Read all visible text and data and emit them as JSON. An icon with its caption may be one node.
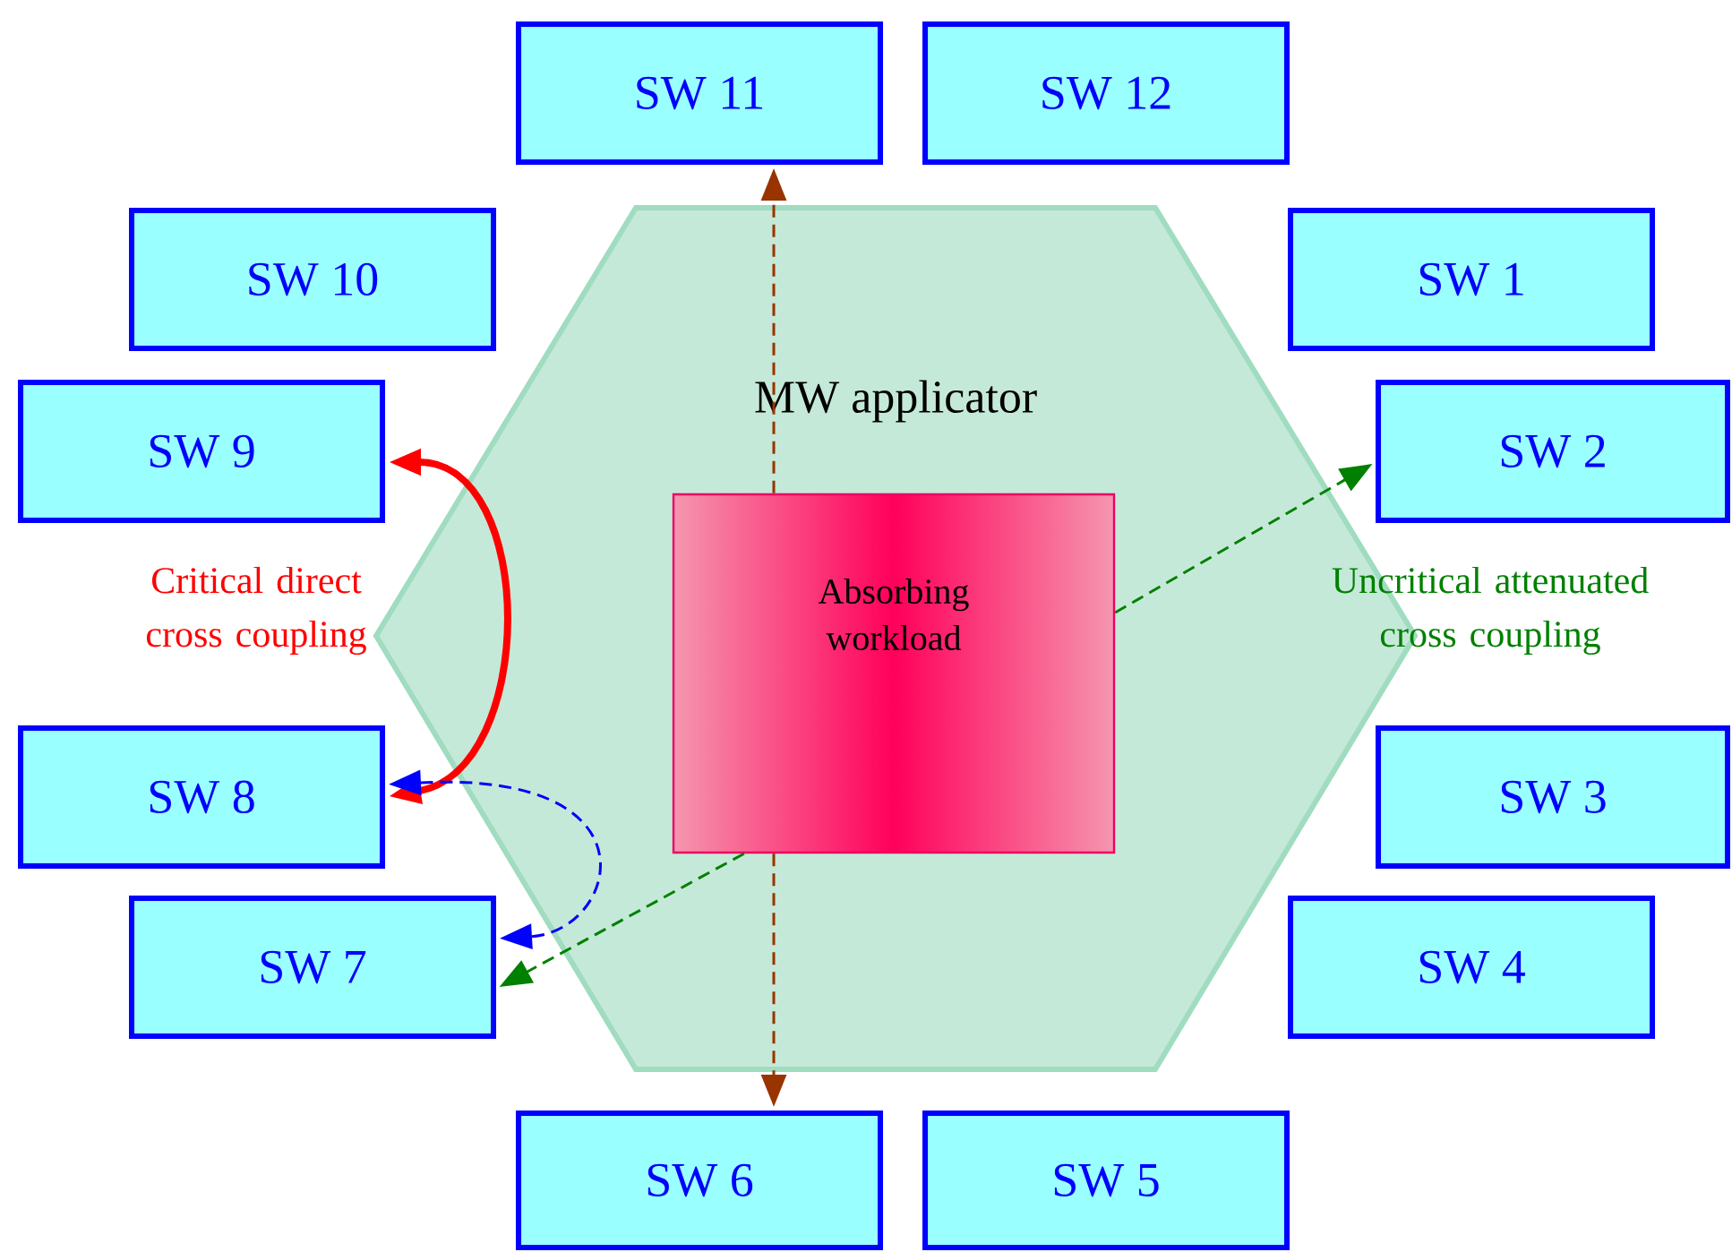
{
  "diagram": {
    "nodes": [
      {
        "text": [
          "MW applicator"
        ]
      },
      {
        "text": [
          "Absorbing workload"
        ],
        "in": 0
      },
      {
        "text": [
          "SW 11"
        ]
      },
      {
        "text": [
          "SW 12"
        ]
      },
      {
        "text": [
          "SW 10"
        ]
      },
      {
        "text": [
          "SW 1"
        ]
      },
      {
        "text": [
          "SW 9"
        ]
      },
      {
        "text": [
          "SW 2"
        ]
      },
      {
        "text": [
          "SW 8"
        ]
      },
      {
        "text": [
          "SW 3"
        ]
      },
      {
        "text": [
          "SW 7"
        ]
      },
      {
        "text": [
          "SW 4"
        ]
      },
      {
        "text": [
          "SW 6"
        ]
      },
      {
        "text": [
          "SW 5"
        ]
      }
    ],
    "edges": [
      {
        "from": 1,
        "to": 2,
        "arrow": "to",
        "style": "dashed",
        "color": "#993300"
      },
      {
        "from": 1,
        "to": 12,
        "arrow": "to",
        "style": "dashed",
        "color": "#993300"
      },
      {
        "from": 1,
        "to": 7,
        "arrow": "to",
        "style": "dashed",
        "color": "#008000"
      },
      {
        "from": 1,
        "to": 10,
        "arrow": "to",
        "style": "dashed",
        "color": "#008000"
      },
      {
        "from": 8,
        "to": 6,
        "arrow": "both",
        "style": "thick",
        "color": "#ff0000"
      },
      {
        "from": 8,
        "to": 10,
        "arrow": "both",
        "style": "dashed",
        "color": "#0000ff"
      }
    ],
    "labels": [
      "Critical direct cross coupling",
      "Uncritical attenuated cross coupling"
    ]
  }
}
